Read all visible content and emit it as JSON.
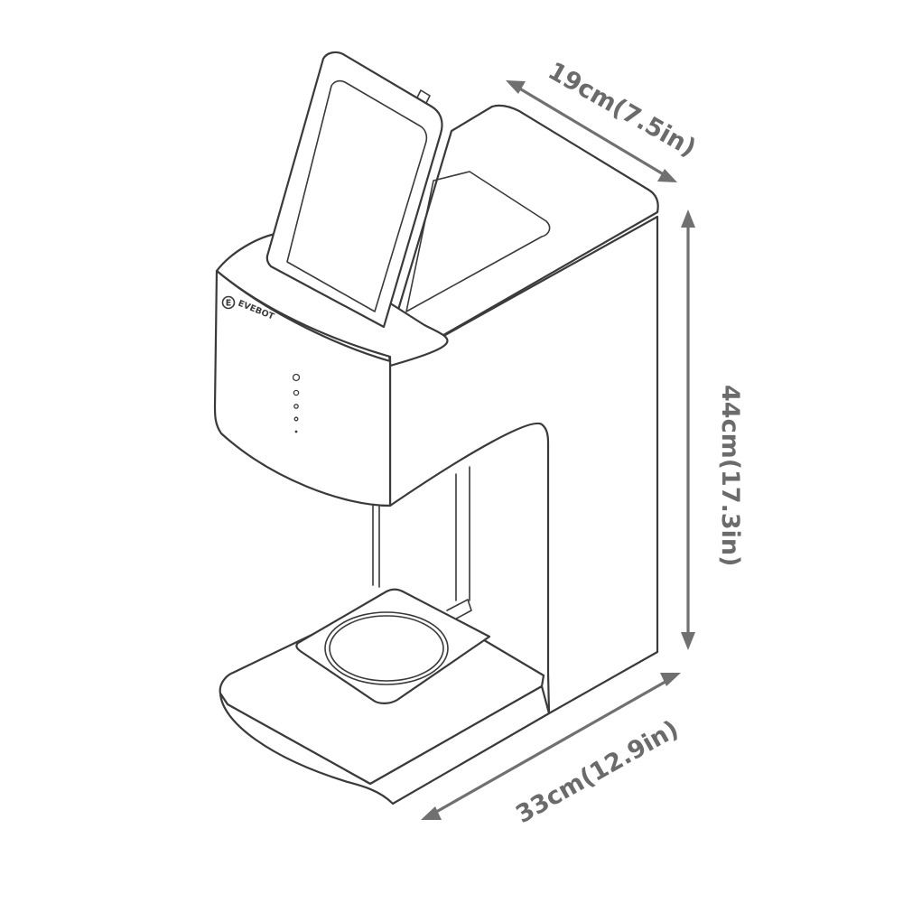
{
  "product": {
    "brand": "EVEBOT"
  },
  "dimensions": {
    "depth": {
      "label": "19cm(7.5in)"
    },
    "height": {
      "label": "44cm(17.3in)"
    },
    "width": {
      "label": "33cm(12.9in)"
    }
  },
  "colors": {
    "outline": "#3a3a3a",
    "dimension": "#707070",
    "background": "#ffffff"
  },
  "icons": {
    "brand_logo": "circled-e-logo",
    "indicator_lights": "four-led-dots"
  }
}
